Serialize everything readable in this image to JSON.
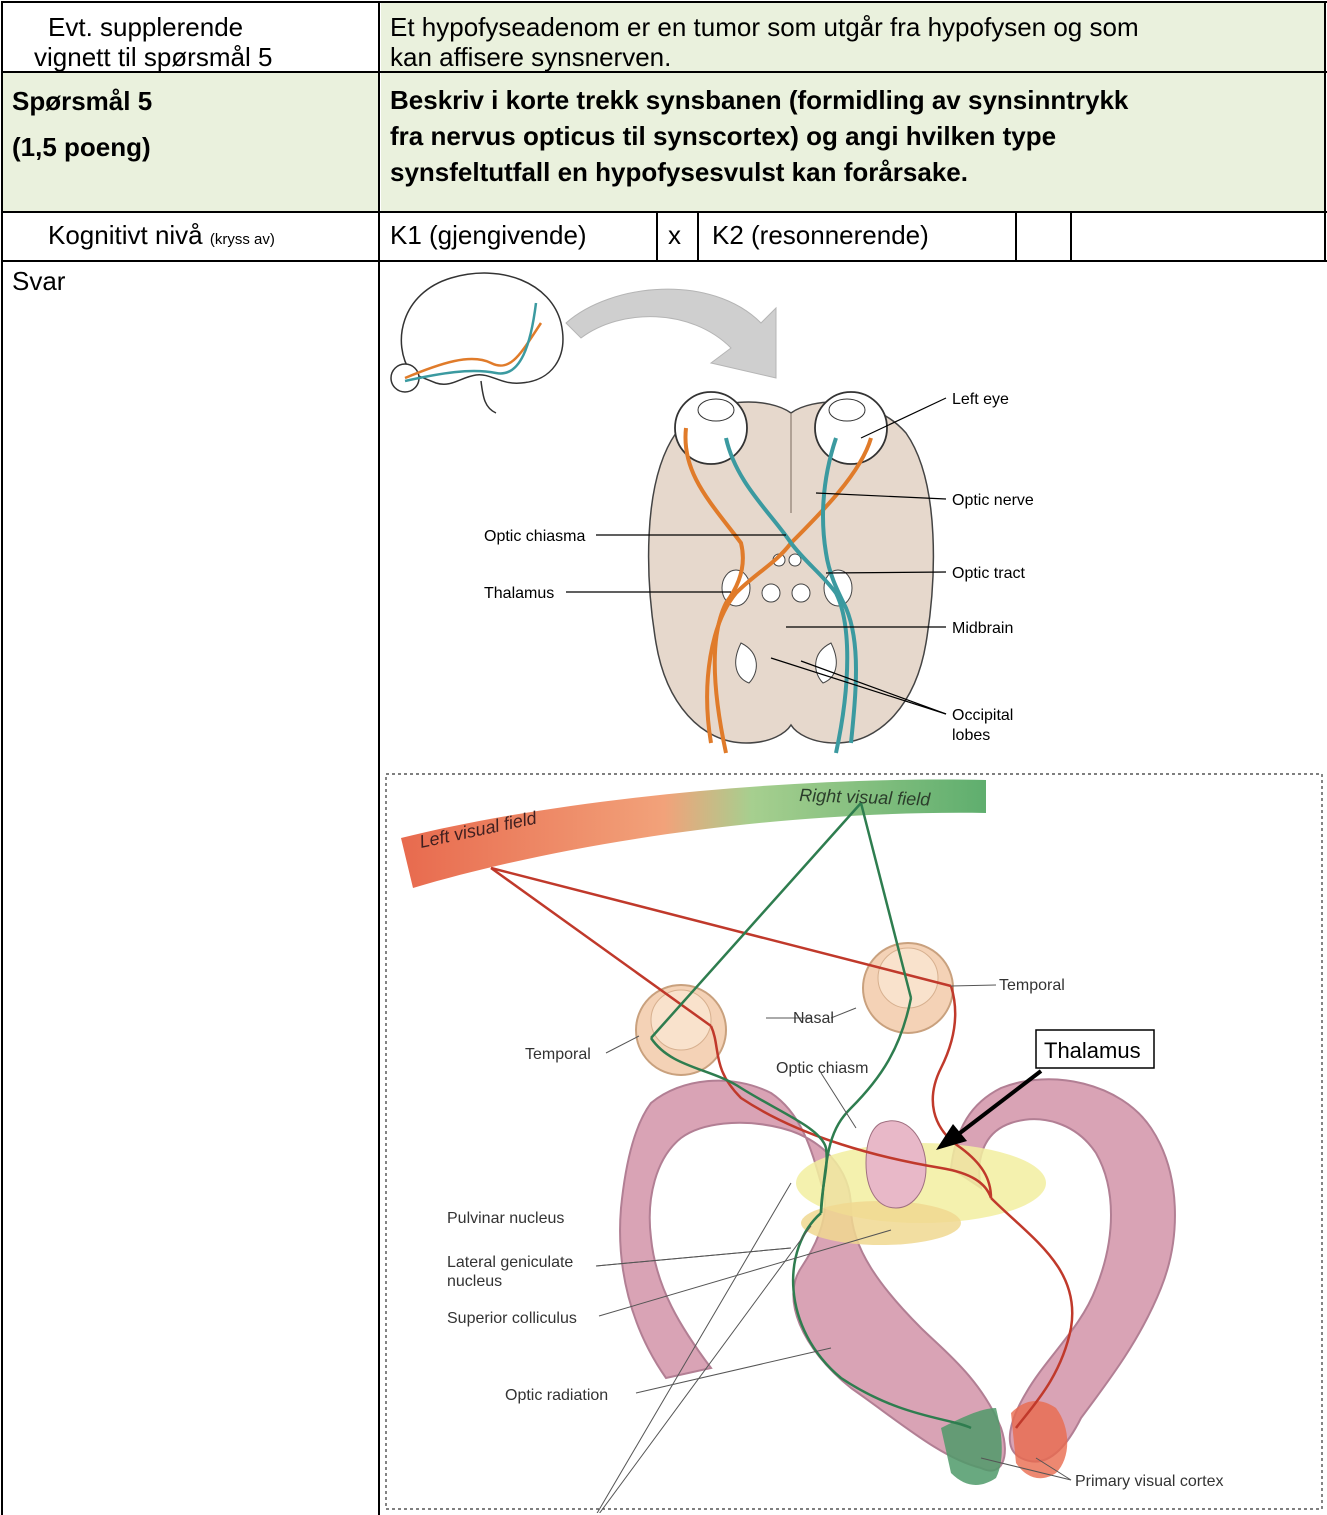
{
  "row1": {
    "label_line1": "Evt. supplerende",
    "label_line2": "vignett til spørsmål 5",
    "text_line1": "Et hypofyseadenom er en tumor som utgår fra hypofysen og som",
    "text_line2": "kan affisere synsnerven."
  },
  "row2": {
    "label_line1": "Spørsmål 5",
    "label_line2": "(1,5 poeng)",
    "text_line1": "Beskriv i korte trekk synsbanen (formidling av synsinntrykk",
    "text_line2": "fra nervus opticus til synscortex) og angi hvilken type",
    "text_line3": "synsfeltutfall en hypofysesvulst kan forårsake."
  },
  "row3": {
    "label": "Kognitivt nivå",
    "label_small": "(kryss av)",
    "k1": "K1 (gjengivende)",
    "k1_mark": "x",
    "k2": "K2 (resonnerende)",
    "k2_mark": ""
  },
  "row4": {
    "label": "Svar"
  },
  "diagram1": {
    "labels": {
      "left_eye": "Left eye",
      "optic_nerve": "Optic nerve",
      "optic_chiasma": "Optic chiasma",
      "optic_tract": "Optic tract",
      "thalamus": "Thalamus",
      "midbrain": "Midbrain",
      "occipital_1": "Occipital",
      "occipital_2": "lobes"
    },
    "colors": {
      "orange": "#e07b2a",
      "teal": "#3b9aa0",
      "brain": "#e6d8cc"
    }
  },
  "diagram2": {
    "labels": {
      "right_visual_field": "Right visual field",
      "left_visual_field": "Left visual field",
      "temporal_right": "Temporal",
      "nasal": "Nasal",
      "temporal_left": "Temporal",
      "thalamus_box": "Thalamus",
      "optic_chiasm": "Optic chiasm",
      "pulvinar": "Pulvinar nucleus",
      "lgn_1": "Lateral geniculate",
      "lgn_2": "nucleus",
      "sup_colliculus": "Superior colliculus",
      "optic_radiation": "Optic radiation",
      "primary_cortex": "Primary visual cortex"
    },
    "colors": {
      "red": "#c0392b",
      "green": "#2e7d4f",
      "pink": "#d9a3b5"
    }
  }
}
